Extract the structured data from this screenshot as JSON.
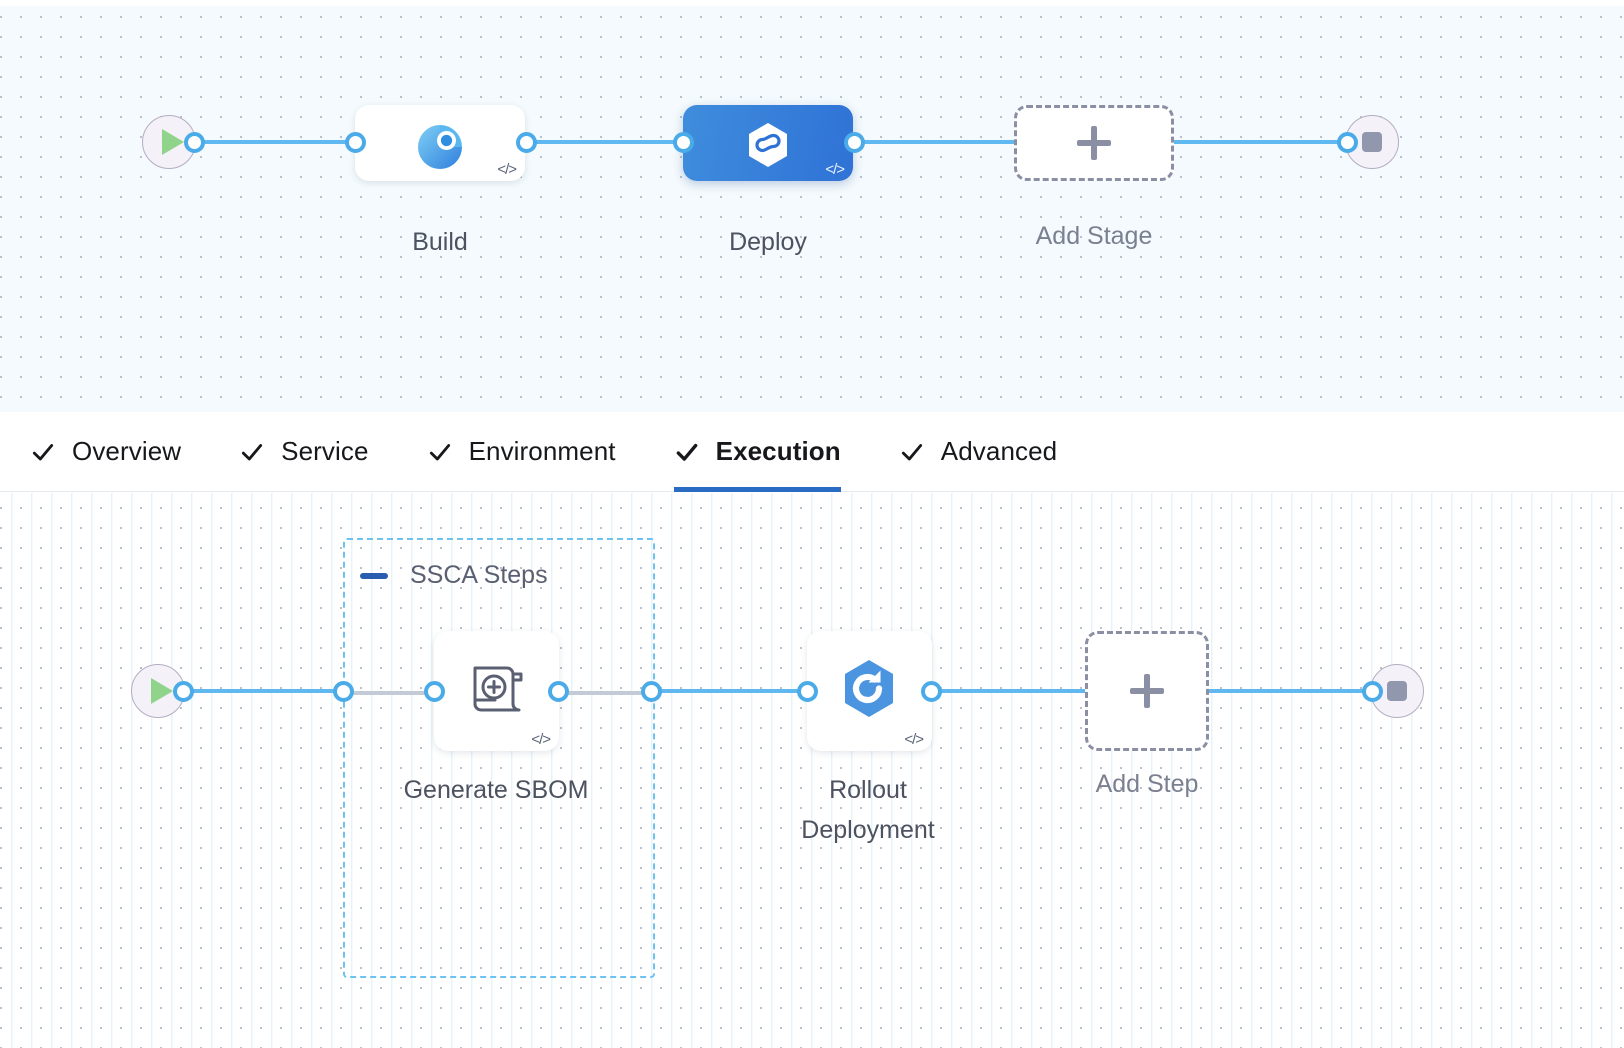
{
  "app": {
    "kind": "pipeline-studio-graph"
  },
  "colors": {
    "accent_blue": "#2a6bc4",
    "edge_blue": "#60b8f0",
    "port_blue": "#4aabe8",
    "selected_node_gradient_from": "#3f8ddd",
    "selected_node_gradient_to": "#2f72d6",
    "group_border": "#6ec2f0",
    "stage_canvas_bg": "#f4fafd",
    "exec_canvas_bg": "#ffffff",
    "play_green": "#8fd48a",
    "stop_gray": "#9197ad",
    "dashed_placeholder": "#8a8fa3"
  },
  "stage_graph": {
    "start_node": {
      "icon": "play-icon",
      "name": "pipeline-start"
    },
    "end_node": {
      "icon": "stop-icon",
      "name": "pipeline-end"
    },
    "nodes": [
      {
        "id": "build",
        "label": "Build",
        "icon": "build-pie-icon",
        "selected": false,
        "code_badge": "</>"
      },
      {
        "id": "deploy",
        "label": "Deploy",
        "icon": "deploy-hexagon-infinity-icon",
        "selected": true,
        "code_badge": "</>"
      }
    ],
    "add_stage": {
      "label": "Add Stage",
      "icon": "plus-icon"
    }
  },
  "tabs": {
    "items": [
      {
        "id": "overview",
        "label": "Overview",
        "icon": "check-icon",
        "active": false
      },
      {
        "id": "service",
        "label": "Service",
        "icon": "check-icon",
        "active": false
      },
      {
        "id": "environment",
        "label": "Environment",
        "icon": "check-icon",
        "active": false
      },
      {
        "id": "execution",
        "label": "Execution",
        "icon": "check-icon",
        "active": true
      },
      {
        "id": "advanced",
        "label": "Advanced",
        "icon": "check-icon",
        "active": false
      }
    ]
  },
  "execution_graph": {
    "start_node": {
      "icon": "play-icon",
      "name": "execution-start"
    },
    "end_node": {
      "icon": "stop-icon",
      "name": "execution-end"
    },
    "group": {
      "id": "ssca-steps",
      "title": "SSCA Steps",
      "collapse_icon": "minus-icon",
      "expanded": true
    },
    "steps": [
      {
        "id": "generate-sbom",
        "label": "Generate SBOM",
        "icon": "scroll-plus-icon",
        "code_badge": "</>",
        "in_group": true
      },
      {
        "id": "rollout-deployment",
        "label": "Rollout Deployment",
        "label_line1": "Rollout",
        "label_line2": "Deployment",
        "icon": "hexagon-rollout-icon",
        "code_badge": "</>",
        "in_group": false
      }
    ],
    "add_step": {
      "label": "Add Step",
      "icon": "plus-icon"
    }
  }
}
